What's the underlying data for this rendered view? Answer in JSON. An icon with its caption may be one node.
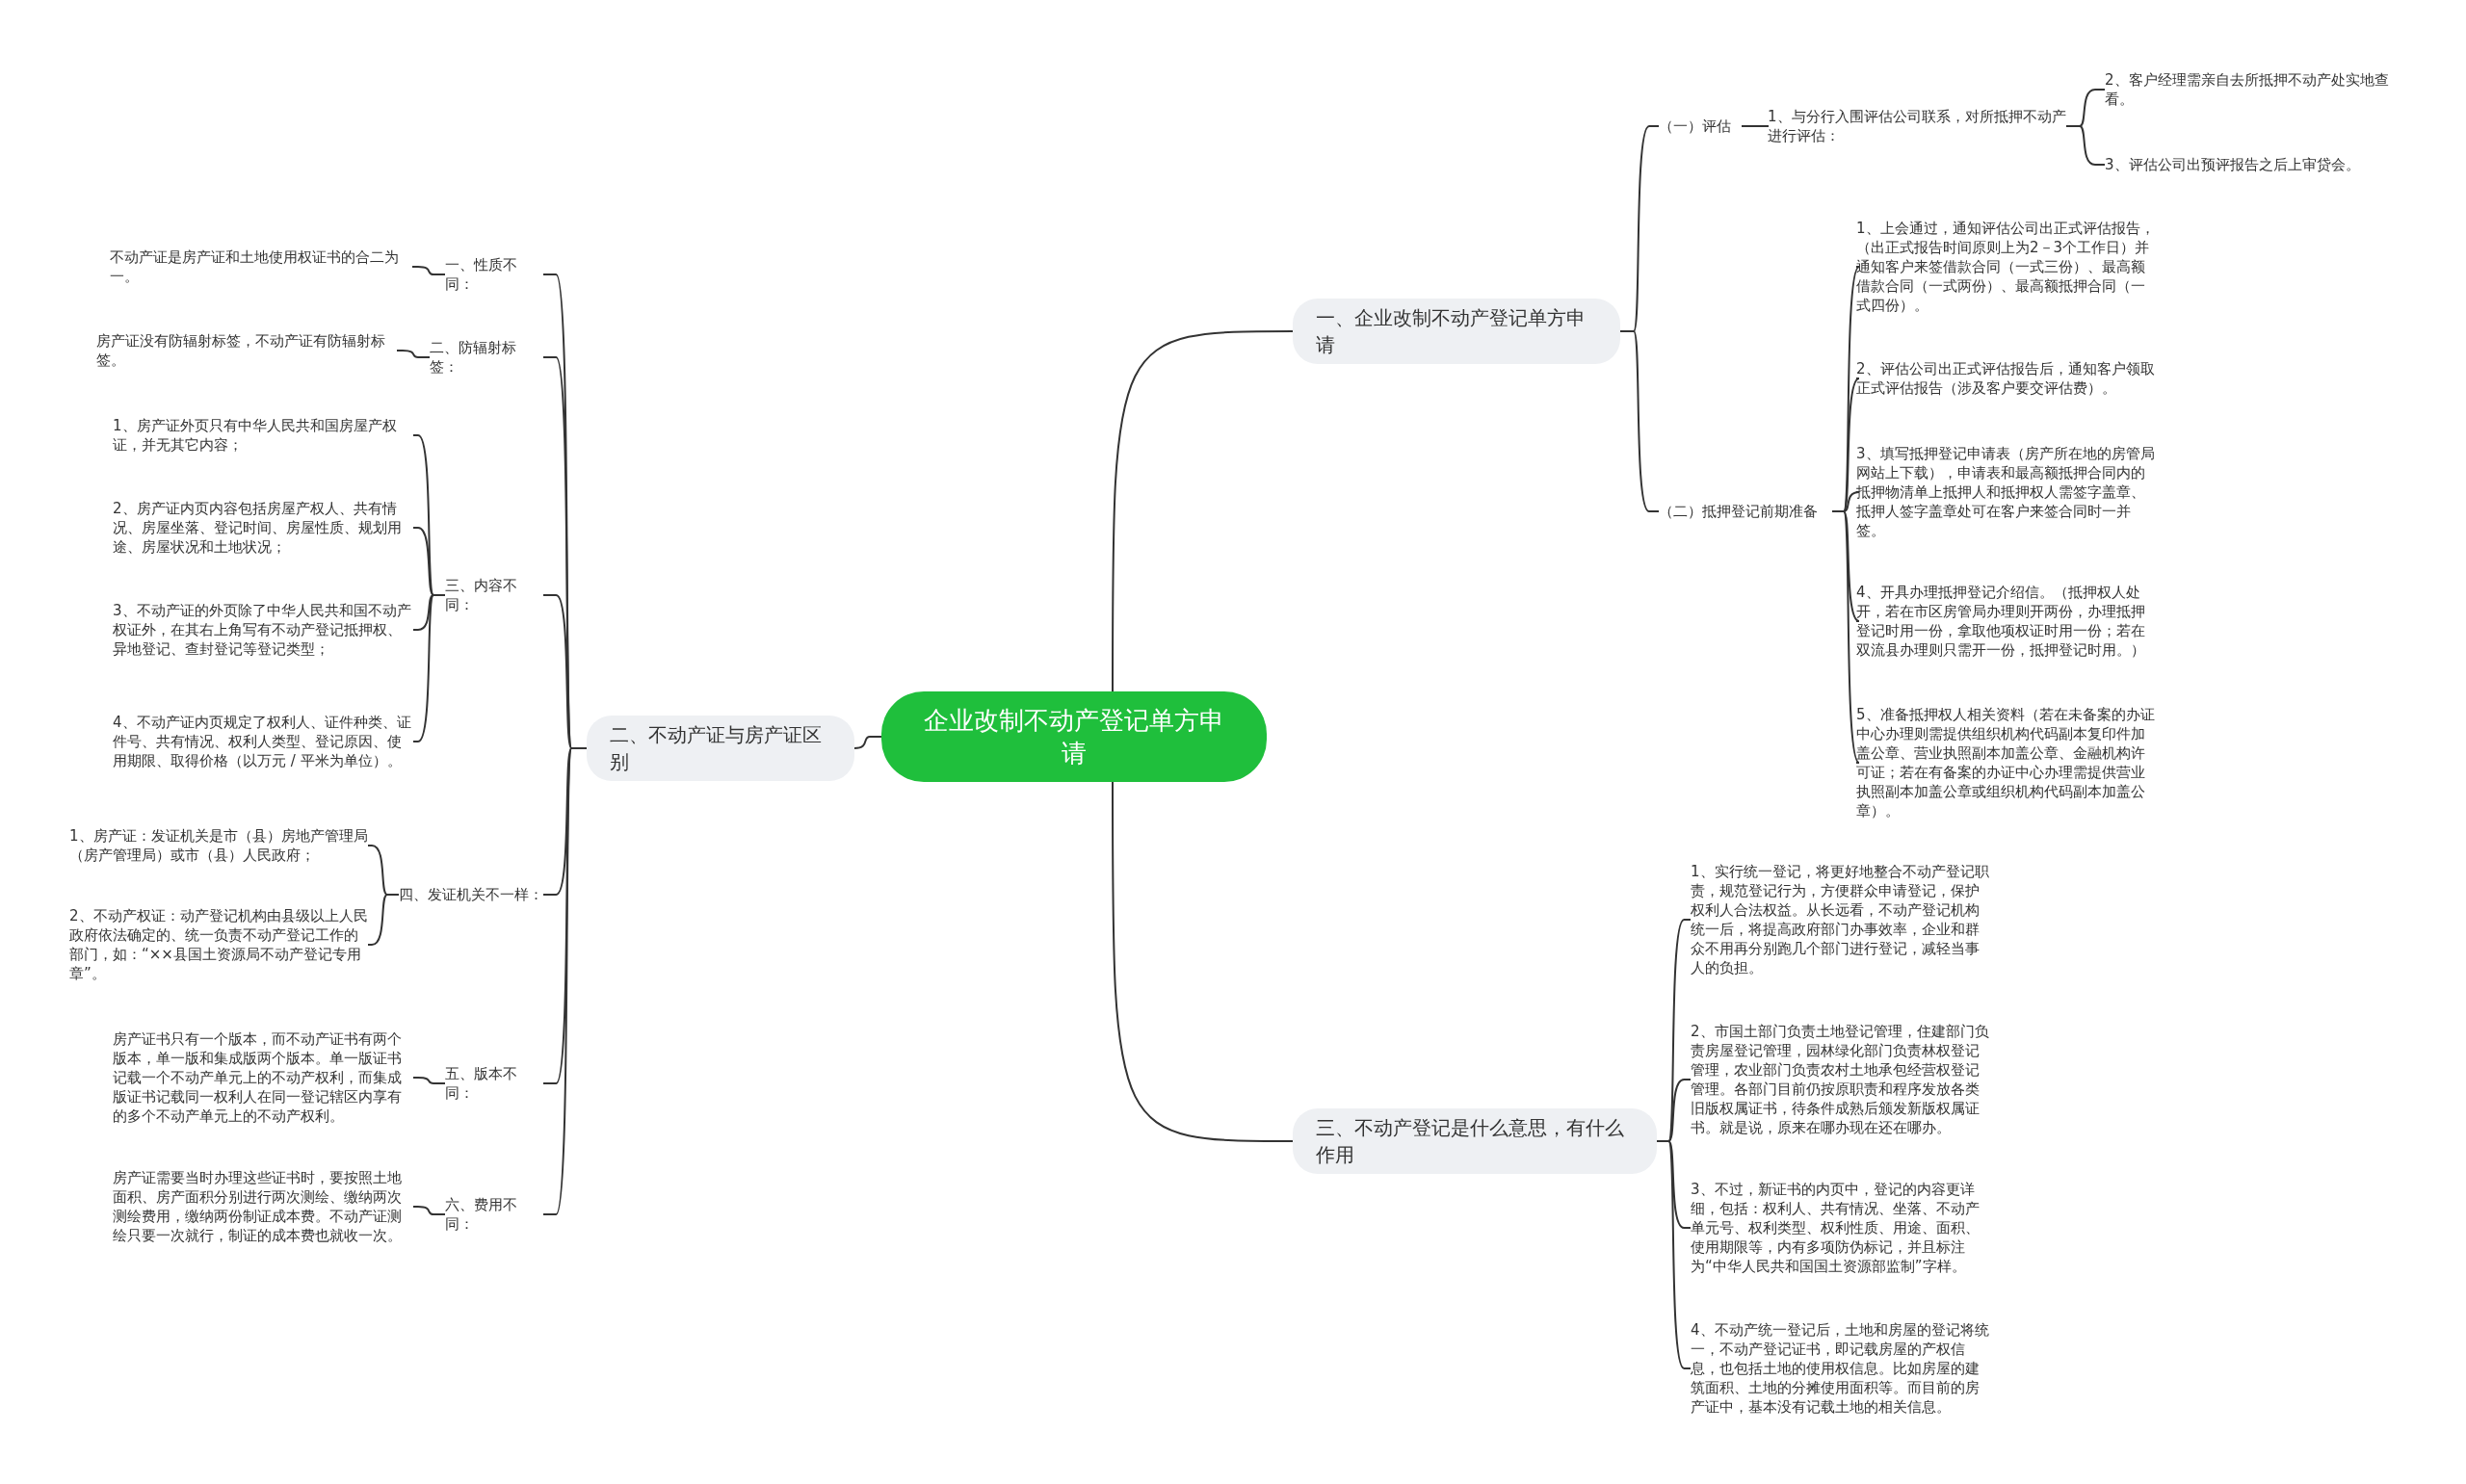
{
  "diagram": {
    "nodes": [
      {
        "text": [
          "企业改制不动产登记单方申请"
        ]
      },
      {
        "text": [
          "一、企业改制不动产登记单方申请"
        ]
      },
      {
        "text": [
          "（一）评估"
        ]
      },
      {
        "text": [
          "1、与分行入围评估公司联系，对所抵押不动产进行评估："
        ]
      },
      {
        "text": [
          "2、客户经理需亲自去所抵押不动产处实地查看。"
        ]
      },
      {
        "text": [
          "3、评估公司出预评报告之后上审贷会。"
        ]
      },
      {
        "text": [
          "（二）抵押登记前期准备"
        ]
      },
      {
        "text": [
          "1、上会通过，通知评估公司出正式评估报告，（出正式报告时间原则上为2－3个工作日）并通知客户来签借款合同（一式三份）、最高额借款合同（一式两份）、最高额抵押合同（一式四份）。"
        ]
      },
      {
        "text": [
          "2、评估公司出正式评估报告后，通知客户领取正式评估报告（涉及客户要交评估费）。"
        ]
      },
      {
        "text": [
          "3、填写抵押登记申请表（房产所在地的房管局网站上下载），申请表和最高额抵押合同内的抵押物清单上抵押人和抵押权人需签字盖章、抵押人签字盖章处可在客户来签合同时一并签。"
        ]
      },
      {
        "text": [
          "4、开具办理抵押登记介绍信。（抵押权人处开，若在市区房管局办理则开两份，办理抵押登记时用一份，拿取他项权证时用一份；若在双流县办理则只需开一份，抵押登记时用。）"
        ]
      },
      {
        "text": [
          "5、准备抵押权人相关资料（若在未备案的办证中心办理则需提供组织机构代码副本复印件加盖公章、营业执照副本加盖公章、金融机构许可证；若在有备案的办证中心办理需提供营业执照副本加盖公章或组织机构代码副本加盖公章）。"
        ]
      },
      {
        "text": [
          "二、不动产证与房产证区别"
        ]
      },
      {
        "text": [
          "一、性质不同："
        ]
      },
      {
        "text": [
          "不动产证是房产证和土地使用权证书的合二为一。"
        ]
      },
      {
        "text": [
          "二、防辐射标签："
        ]
      },
      {
        "text": [
          "房产证没有防辐射标签，不动产证有防辐射标签。"
        ]
      },
      {
        "text": [
          "三、内容不同："
        ]
      },
      {
        "text": [
          "1、房产证外页只有中华人民共和国房屋产权证，并无其它内容；"
        ]
      },
      {
        "text": [
          "2、房产证内页内容包括房屋产权人、共有情况、房屋坐落、登记时间、房屋性质、规划用途、房屋状况和土地状况；"
        ]
      },
      {
        "text": [
          "3、不动产证的外页除了中华人民共和国不动产权证外，在其右上角写有不动产登记抵押权、异地登记、查封登记等登记类型；"
        ]
      },
      {
        "text": [
          "4、不动产证内页规定了权利人、证件种类、证件号、共有情况、权利人类型、登记原因、使用期限、取得价格（以万元 / 平米为单位）。"
        ]
      },
      {
        "text": [
          "四、发证机关不一样："
        ]
      },
      {
        "text": [
          "1、房产证：发证机关是市（县）房地产管理局（房产管理局）或市（县）人民政府；"
        ]
      },
      {
        "text": [
          "2、不动产权证：动产登记机构由县级以上人民政府依法确定的、统一负责不动产登记工作的部门，如：“××县国土资源局不动产登记专用章”。"
        ]
      },
      {
        "text": [
          "五、版本不同："
        ]
      },
      {
        "text": [
          "房产证书只有一个版本，而不动产证书有两个版本，单一版和集成版两个版本。单一版证书记载一个不动产单元上的不动产权利，而集成版证书记载同一权利人在同一登记辖区内享有的多个不动产单元上的不动产权利。"
        ]
      },
      {
        "text": [
          "六、费用不同："
        ]
      },
      {
        "text": [
          "房产证需要当时办理这些证书时，要按照土地面积、房产面积分别进行两次测绘、缴纳两次测绘费用，缴纳两份制证成本费。不动产证测绘只要一次就行，制证的成本费也就收一次。"
        ]
      },
      {
        "text": [
          "三、不动产登记是什么意思，有什么作用"
        ]
      },
      {
        "text": [
          "1、实行统一登记，将更好地整合不动产登记职责，规范登记行为，方便群众申请登记，保护权利人合法权益。从长远看，不动产登记机构统一后，将提高政府部门办事效率，企业和群众不用再分别跑几个部门进行登记，减轻当事人的负担。"
        ]
      },
      {
        "text": [
          "2、市国土部门负责土地登记管理，住建部门负责房屋登记管理，园林绿化部门负责林权登记管理，农业部门负责农村土地承包经营权登记管理。各部门目前仍按原职责和程序发放各类旧版权属证书，待条件成熟后颁发新版权属证书。就是说，原来在哪办现在还在哪办。"
        ]
      },
      {
        "text": [
          "3、不过，新证书的内页中，登记的内容更详细，包括：权利人、共有情况、坐落、不动产单元号、权利类型、权利性质、用途、面积、使用期限等，内有多项防伪标记，并且标注为“中华人民共和国国土资源部监制”字样。"
        ]
      },
      {
        "text": [
          "4、不动产统一登记后，土地和房屋的登记将统一，不动产登记证书，即记载房屋的产权信息，也包括土地的使用权信息。比如房屋的建筑面积、土地的分摊使用面积等。而目前的房产证中，基本没有记载土地的相关信息。"
        ]
      }
    ],
    "edges": [
      {
        "from": 0,
        "to": 1,
        "arrow": "none"
      },
      {
        "from": 1,
        "to": 2,
        "arrow": "none"
      },
      {
        "from": 2,
        "to": 3,
        "arrow": "none"
      },
      {
        "from": 3,
        "to": 4,
        "arrow": "none"
      },
      {
        "from": 3,
        "to": 5,
        "arrow": "none"
      },
      {
        "from": 1,
        "to": 6,
        "arrow": "none"
      },
      {
        "from": 6,
        "to": 7,
        "arrow": "none"
      },
      {
        "from": 6,
        "to": 8,
        "arrow": "none"
      },
      {
        "from": 6,
        "to": 9,
        "arrow": "none"
      },
      {
        "from": 6,
        "to": 10,
        "arrow": "none"
      },
      {
        "from": 6,
        "to": 11,
        "arrow": "none"
      },
      {
        "from": 0,
        "to": 12,
        "arrow": "none"
      },
      {
        "from": 12,
        "to": 13,
        "arrow": "none"
      },
      {
        "from": 13,
        "to": 14,
        "arrow": "none"
      },
      {
        "from": 12,
        "to": 15,
        "arrow": "none"
      },
      {
        "from": 15,
        "to": 16,
        "arrow": "none"
      },
      {
        "from": 12,
        "to": 17,
        "arrow": "none"
      },
      {
        "from": 17,
        "to": 18,
        "arrow": "none"
      },
      {
        "from": 17,
        "to": 19,
        "arrow": "none"
      },
      {
        "from": 17,
        "to": 20,
        "arrow": "none"
      },
      {
        "from": 17,
        "to": 21,
        "arrow": "none"
      },
      {
        "from": 12,
        "to": 22,
        "arrow": "none"
      },
      {
        "from": 22,
        "to": 23,
        "arrow": "none"
      },
      {
        "from": 22,
        "to": 24,
        "arrow": "none"
      },
      {
        "from": 12,
        "to": 25,
        "arrow": "none"
      },
      {
        "from": 25,
        "to": 26,
        "arrow": "none"
      },
      {
        "from": 12,
        "to": 27,
        "arrow": "none"
      },
      {
        "from": 27,
        "to": 28,
        "arrow": "none"
      },
      {
        "from": 0,
        "to": 29,
        "arrow": "none"
      },
      {
        "from": 29,
        "to": 30,
        "arrow": "none"
      },
      {
        "from": 29,
        "to": 31,
        "arrow": "none"
      },
      {
        "from": 29,
        "to": 32,
        "arrow": "none"
      },
      {
        "from": 29,
        "to": 33,
        "arrow": "none"
      }
    ]
  }
}
